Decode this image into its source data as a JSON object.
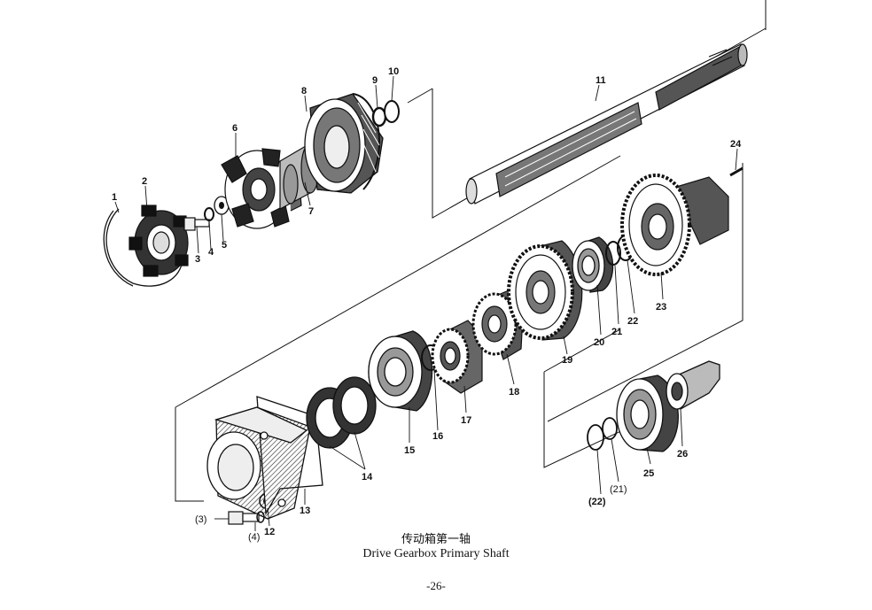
{
  "caption": {
    "title_cn": "传动箱第一轴",
    "title_en": "Drive Gearbox Primary Shaft",
    "page_number": "-26-"
  },
  "callouts": {
    "c1": "1",
    "c2": "2",
    "c3": "3",
    "c4": "4",
    "c5": "5",
    "c6": "6",
    "c7": "7",
    "c8": "8",
    "c9": "9",
    "c10": "10",
    "c11": "11",
    "c12": "12",
    "c13": "13",
    "c14": "14",
    "c15": "15",
    "c16": "16",
    "c17": "17",
    "c18": "18",
    "c19": "19",
    "c20": "20",
    "c21": "21",
    "c22": "22",
    "c23": "23",
    "c24": "24",
    "c25": "25",
    "c26": "26",
    "c3b": "(3)",
    "c4b": "(4)",
    "c21b": "(21)",
    "c22b": "(22)"
  }
}
